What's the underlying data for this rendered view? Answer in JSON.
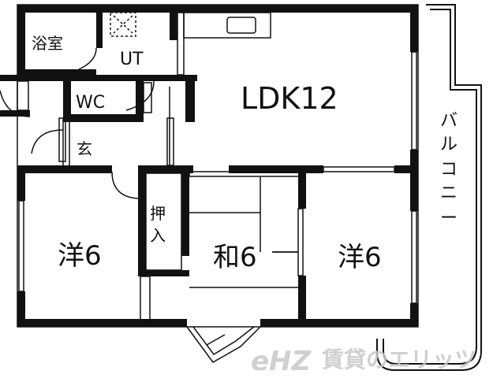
{
  "floorplan": {
    "rooms": {
      "bath": "浴室",
      "utility": "UT",
      "ldk": "LDK12",
      "wc": "WC",
      "entrance": "玄",
      "western_left": "洋6",
      "japanese": "和6",
      "western_right": "洋6",
      "closet_top": "押",
      "closet_bottom": "入",
      "balcony": [
        "バ",
        "ル",
        "コ",
        "ニ",
        "ー"
      ]
    },
    "watermark": {
      "logo": "eHZ",
      "text": "賃貸のエリッツ"
    }
  }
}
